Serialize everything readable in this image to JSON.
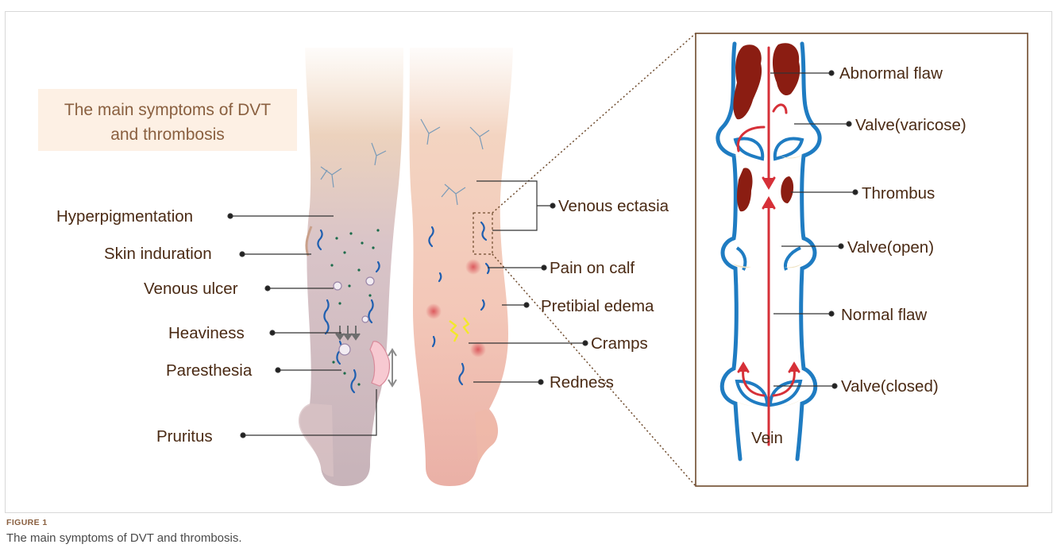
{
  "title": {
    "line1": "The main symptoms of DVT",
    "line2": "and thrombosis"
  },
  "left_labels": [
    "Hyperpigmentation",
    "Skin induration",
    "Venous ulcer",
    "Heaviness",
    "Paresthesia",
    "Pruritus"
  ],
  "middle_labels": [
    "Venous ectasia",
    "Pain on calf",
    "Pretibial edema",
    "Cramps",
    "Redness"
  ],
  "inset_labels": [
    "Abnormal flaw",
    "Valve(varicose)",
    "Thrombus",
    "Valve(open)",
    "Normal flaw",
    "Valve(closed)"
  ],
  "vein_label": "Vein",
  "caption": {
    "label": "FIGURE 1",
    "text": "The main symptoms of DVT and thrombosis."
  },
  "colors": {
    "label_text": "#4a2a14",
    "vein": "#1f7cc2",
    "blood": "#d63038",
    "thrombus": "#8b1d12",
    "leader": "#333333"
  }
}
